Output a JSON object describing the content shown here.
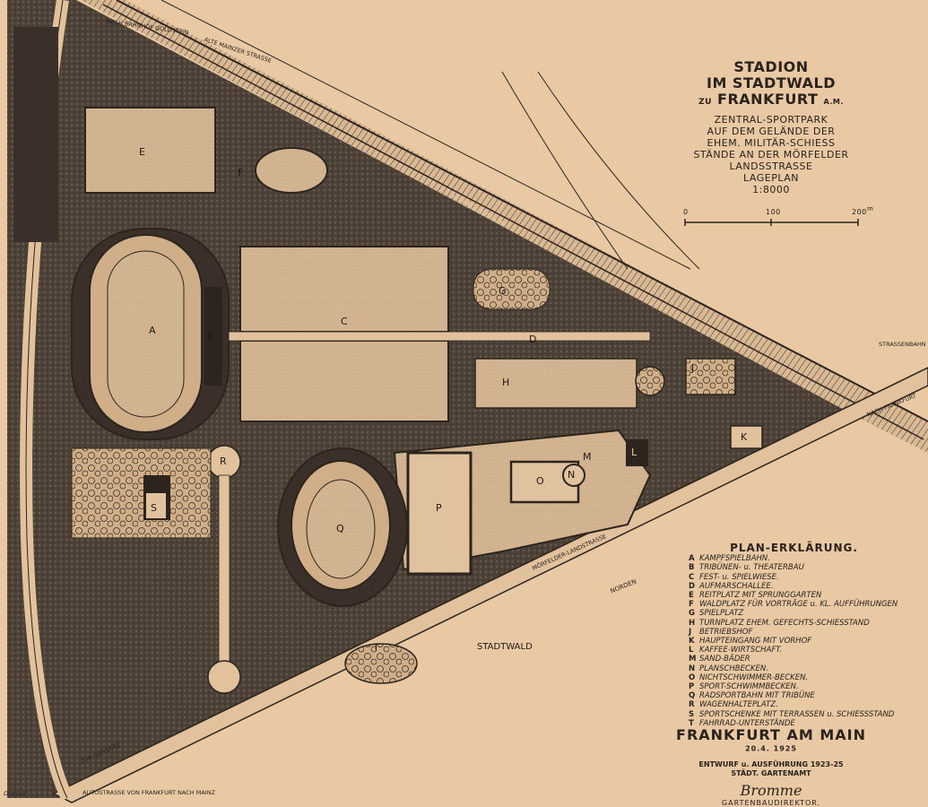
{
  "title": {
    "line1": "STADION",
    "line2": "IM STADTWALD",
    "line3_small": "ZU",
    "line3": "FRANKFURT",
    "line3_suffix": "A.M.",
    "sub1": "ZENTRAL-SPORTPARK",
    "sub2": "AUF DEM GELÄNDE DER",
    "sub3": "EHEM. MILITÄR-SCHIESS",
    "sub4": "STÄNDE AN DER MÖRFELDER",
    "sub5": "LANDSSTRASSE",
    "sub6": "LAGEPLAN",
    "scale": "1:8000"
  },
  "scale_bar": {
    "t0": "0",
    "t1": "100",
    "t2": "200",
    "unit": "m"
  },
  "legend": {
    "heading": "PLAN-ERKLÄRUNG.",
    "items": [
      {
        "key": "A",
        "text": "KAMPFSPIELBAHN."
      },
      {
        "key": "B",
        "text": "TRIBÜNEN- u. THEATERBAU"
      },
      {
        "key": "C",
        "text": "FEST- u. SPIELWIESE."
      },
      {
        "key": "D",
        "text": "AUFMARSCHALLEE."
      },
      {
        "key": "E",
        "text": "REITPLATZ MIT SPRUNGGARTEN"
      },
      {
        "key": "F",
        "text": "WALDPLATZ FÜR VORTRÄGE u. KL. AUFFÜHRUNGEN"
      },
      {
        "key": "G",
        "text": "SPIELPLATZ"
      },
      {
        "key": "H",
        "text": "TURNPLATZ EHEM. GEFECHTS-SCHIESSTAND"
      },
      {
        "key": "J",
        "text": "BETRIEBSHOF"
      },
      {
        "key": "K",
        "text": "HAUPTEINGANG MIT VORHOF"
      },
      {
        "key": "L",
        "text": "KAFFEE-WIRTSCHAFT."
      },
      {
        "key": "M",
        "text": "SAND-BÄDER"
      },
      {
        "key": "N",
        "text": "PLANSCHBECKEN."
      },
      {
        "key": "O",
        "text": "NICHTSCHWIMMER-BECKEN."
      },
      {
        "key": "P",
        "text": "SPORT-SCHWIMMBECKEN."
      },
      {
        "key": "Q",
        "text": "RADSPORTBAHN MIT TRIBÜNE"
      },
      {
        "key": "R",
        "text": "WAGENHALTEPLATZ."
      },
      {
        "key": "S",
        "text": "SPORTSCHENKE MIT TERRASSEN u. SCHIESSSTAND"
      },
      {
        "key": "T",
        "text": "FAHRRAD-UNTERSTÄNDE"
      }
    ]
  },
  "footer": {
    "city": "FRANKFURT AM MAIN",
    "date": "20.4. 1925",
    "line1": "ENTWURF u. AUSFÜHRUNG 1923-25",
    "line2": "STÄDT. GARTENAMT",
    "signature": "Bromme",
    "role": "GARTENBAUDIREKTOR."
  },
  "map_labels": {
    "A": "A",
    "B": "B",
    "C": "C",
    "D": "D",
    "E": "E",
    "F": "F",
    "G": "G",
    "H": "H",
    "J": "J",
    "K": "K",
    "L": "L",
    "M": "M",
    "N": "N",
    "O": "O",
    "P": "P",
    "Q": "Q",
    "R": "R",
    "S": "S",
    "T": "T",
    "stadtwald": "STADTWALD",
    "norden": "NORDEN"
  },
  "roads": {
    "top_left": "NACH BAHNHOF GOLDSTEIN",
    "alte_strasse": "ALTE MAINZER STRASSE",
    "verbindungsbahn": "VERBINDUNGSBAHN",
    "moerfelder": "MÖRFELDER-LANDSTRASSE",
    "strassenbahn": "STRASSENBAHN",
    "nach_frankfurt": "NACH FRANKFURT",
    "zur_gehspitz": "ZUR GEHSPITZ",
    "autostrasse": "AUTOSTRASSE VON FRANKFURT NACH MAINZ",
    "artist": "Dr.Knoll"
  },
  "colors": {
    "paper": "#e8c9a4",
    "ink": "#2c241d",
    "forest": "#4a3f36",
    "lawn": "#cfb08a"
  }
}
